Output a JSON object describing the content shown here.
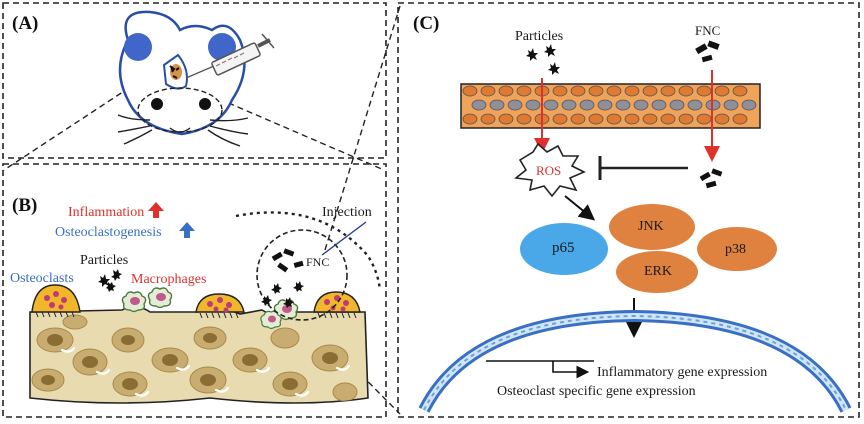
{
  "panels": {
    "a": {
      "letter": "(A)"
    },
    "b": {
      "letter": "(B)",
      "inflammation": "Inflammation",
      "osteoclastogenesis": "Osteoclastogenesis",
      "particles": "Particles",
      "osteoclasts": "Osteoclasts",
      "macrophages": "Macrophages",
      "injection": "Injection",
      "fnc": "FNC"
    },
    "c": {
      "letter": "(C)",
      "particles": "Particles",
      "fnc": "FNC",
      "ros": "ROS",
      "jnk": "JNK",
      "p65": "p65",
      "p38": "p38",
      "erk": "ERK",
      "inflammatory_gene": "Inflammatory gene expression",
      "osteoclast_gene": "Osteoclast specific gene expression"
    }
  },
  "colors": {
    "red": "#e0302c",
    "blue": "#3a6fc4",
    "orange": "#e0823f",
    "p65_blue": "#4aa8e8",
    "bone": "#e9dbb0",
    "osteoclast_yellow": "#f2b62a",
    "nucleus_pink": "#c03a78"
  }
}
